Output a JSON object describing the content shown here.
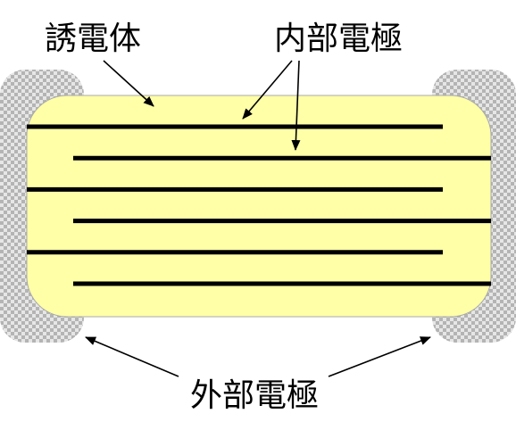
{
  "labels": {
    "dielectric": "誘電体",
    "internal_electrode": "内部電極",
    "external_electrode": "外部電極"
  },
  "colors": {
    "dielectric_fill": "#ffffa8",
    "dielectric_stroke": "#a8a8a8",
    "terminal_light": "#e6e6e6",
    "terminal_dark": "#b4b4b4",
    "electrode": "#000000"
  },
  "internal_electrodes": {
    "count": 6,
    "alternating_sides": [
      "left",
      "right",
      "left",
      "right",
      "left",
      "right"
    ]
  }
}
